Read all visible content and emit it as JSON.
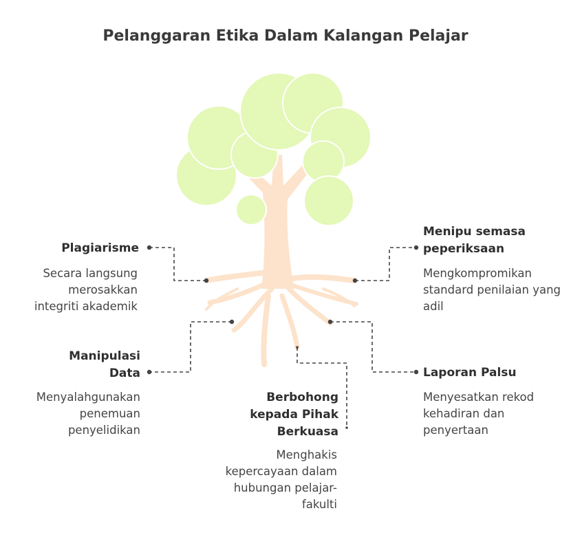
{
  "title": "Pelanggaran Etika Dalam Kalangan Pelajar",
  "branches": [
    {
      "label": "Plagiarisme",
      "description": "Secara langsung merosakkan integriti akademik"
    },
    {
      "label": "Manipulasi Data",
      "description": "Menyalahgunakan penemuan penyelidikan"
    },
    {
      "label": "Berbohong kepada Pihak Berkuasa",
      "description": "Menghakis kepercayaan dalam hubungan pelajar-fakulti"
    },
    {
      "label": "Menipu semasa peperiksaan",
      "description": "Mengkompromikan standard penilaian yang adil"
    },
    {
      "label": "Laporan Palsu",
      "description": "Menyesatkan rekod kehadiran dan penyertaan"
    }
  ],
  "colors": {
    "foliage": "#e4f8b8",
    "trunk": "#fde3cb",
    "connector": "#444444",
    "text": "#3a3a3a"
  }
}
